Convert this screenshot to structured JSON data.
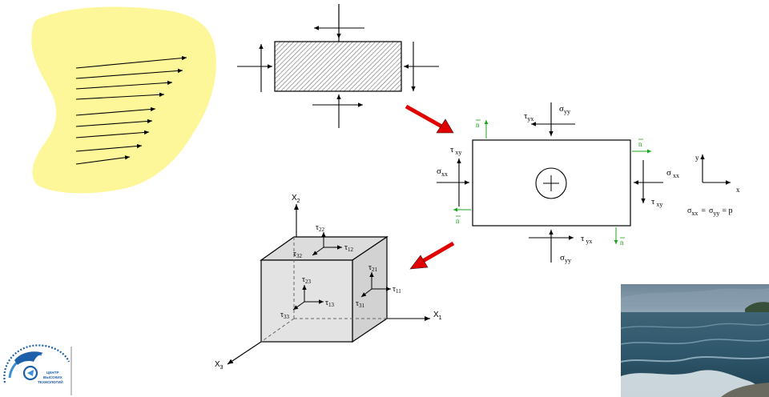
{
  "stress_element": {
    "sigma_yy_top": "σ",
    "sigma_yy_top_sub": "yy",
    "tau_yx_top": "τ",
    "tau_yx_top_sub": "yx",
    "tau_xy_left": "τ",
    "tau_xy_left_sub": "xy",
    "sigma_xx_left": "σ",
    "sigma_xx_left_sub": "xx",
    "sigma_xx_right": "σ",
    "sigma_xx_right_sub": "xx",
    "tau_xy_right": "τ",
    "tau_xy_right_sub": "xy",
    "tau_yx_bottom": "τ",
    "tau_yx_bottom_sub": "yx",
    "sigma_yy_bottom": "σ",
    "sigma_yy_bottom_sub": "yy",
    "normal_label": "n",
    "axis_y": "y",
    "axis_x": "x",
    "equation": {
      "s1": "σ",
      "s1_sub": "xx",
      "eq1": "=",
      "s2": "σ",
      "s2_sub": "yy",
      "eq2": "= p"
    }
  },
  "cube": {
    "axis_x1": "X",
    "axis_x1_sub": "1",
    "axis_x2": "X",
    "axis_x2_sub": "2",
    "axis_x3": "X",
    "axis_x3_sub": "3",
    "tau22": "τ",
    "tau22_sub": "22",
    "tau12": "τ",
    "tau12_sub": "12",
    "tau32": "τ",
    "tau32_sub": "32",
    "tau23": "τ",
    "tau23_sub": "23",
    "tau13": "τ",
    "tau13_sub": "13",
    "tau33": "τ",
    "tau33_sub": "33",
    "tau21": "τ",
    "tau21_sub": "21",
    "tau11": "τ",
    "tau11_sub": "11",
    "tau31": "τ",
    "tau31_sub": "31"
  },
  "logo": {
    "line1": "ЦЕНТР",
    "line2": "ВЫСОКИХ",
    "line3": "ТЕХНОЛОГИЙ"
  },
  "colors": {
    "blob_fill": "#fdf79a",
    "red_arrow": "#e00000",
    "normal_green": "#1aa51a",
    "cube_fill": "#e3e3e3",
    "logo_blue": "#1d5fa8"
  }
}
